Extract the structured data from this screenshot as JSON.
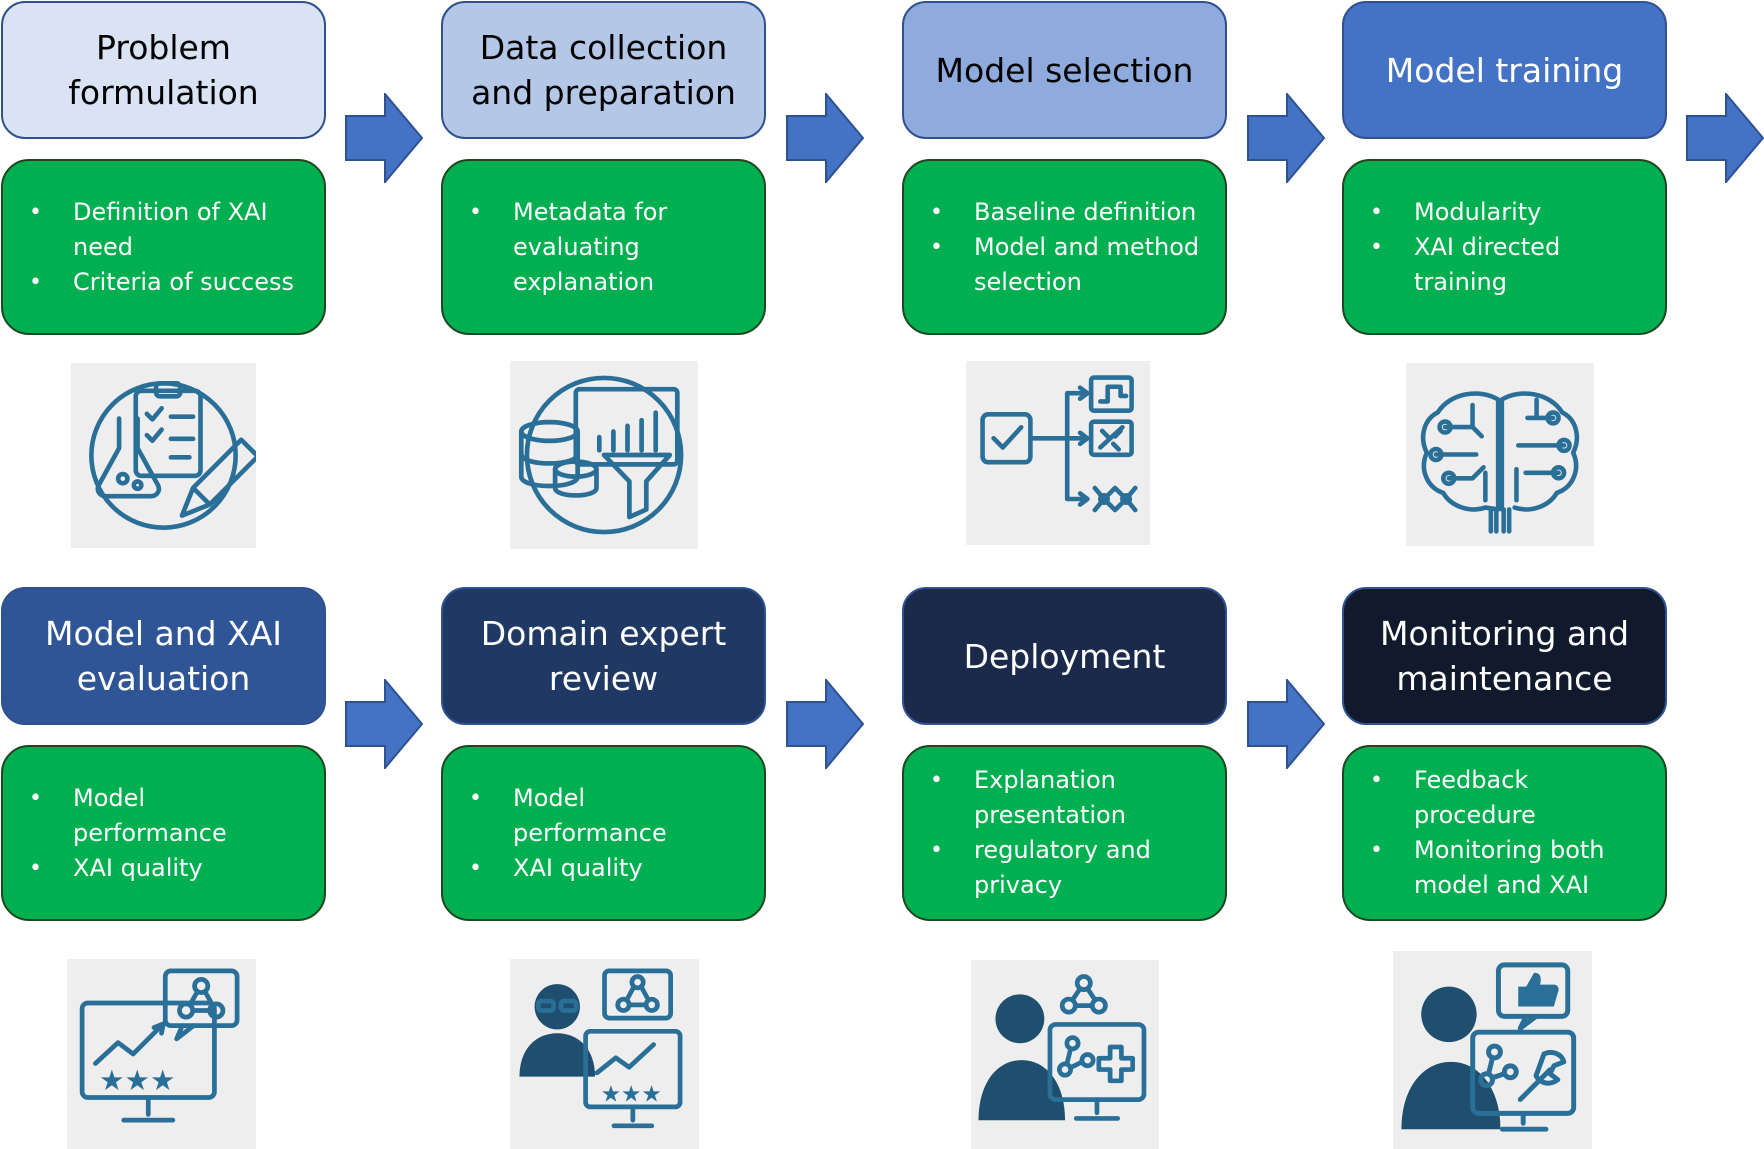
{
  "stages": [
    {
      "title_lines": [
        "Problem",
        "formulation"
      ],
      "bullets": [
        [
          "Definition of XAI",
          "need"
        ],
        [
          "Criteria of success"
        ]
      ],
      "icon": "clipboard-flask-pencil-icon",
      "fill": "#dae3f3",
      "text_color": "#000000"
    },
    {
      "title_lines": [
        "Data collection",
        "and preparation"
      ],
      "bullets": [
        [
          "Metadata for",
          "evaluating",
          "explanation"
        ]
      ],
      "icon": "database-chart-filter-icon",
      "fill": "#b4c7e7",
      "text_color": "#000000"
    },
    {
      "title_lines": [
        "Model selection"
      ],
      "bullets": [
        [
          "Baseline definition"
        ],
        [
          "Model and method",
          "selection"
        ]
      ],
      "icon": "checkbox-branching-options-icon",
      "fill": "#8faadc",
      "text_color": "#000000"
    },
    {
      "title_lines": [
        "Model training"
      ],
      "bullets": [
        [
          "Modularity"
        ],
        [
          "XAI directed",
          "training"
        ]
      ],
      "icon": "circuit-brain-icon",
      "fill": "#4472c4",
      "text_color": "#ffffff"
    },
    {
      "title_lines": [
        "Model and XAI",
        "evaluation"
      ],
      "bullets": [
        [
          "Model",
          "performance"
        ],
        [
          "XAI quality"
        ]
      ],
      "icon": "monitor-rating-graph-icon",
      "fill": "#2f5597",
      "text_color": "#ffffff"
    },
    {
      "title_lines": [
        "Domain expert",
        "review"
      ],
      "bullets": [
        [
          "Model",
          "performance"
        ],
        [
          "XAI quality"
        ]
      ],
      "icon": "expert-reviewing-monitor-icon",
      "fill": "#203864",
      "text_color": "#ffffff"
    },
    {
      "title_lines": [
        "Deployment"
      ],
      "bullets": [
        [
          "Explanation",
          "presentation"
        ],
        [
          "regulatory and",
          "privacy"
        ]
      ],
      "icon": "person-deploy-monitor-icon",
      "fill": "#1b2a4a",
      "text_color": "#ffffff"
    },
    {
      "title_lines": [
        "Monitoring and",
        "maintenance"
      ],
      "bullets": [
        [
          "Feedback",
          "procedure"
        ],
        [
          "Monitoring both",
          "model and XAI"
        ]
      ],
      "icon": "person-thumbs-up-wrench-icon",
      "fill": "#111a2c",
      "text_color": "#ffffff"
    }
  ],
  "colors": {
    "bullet_box": "#00b050",
    "arrow": "#4472c4",
    "icon_ink": "#2a6f97",
    "icon_tile": "#eeeeee"
  }
}
